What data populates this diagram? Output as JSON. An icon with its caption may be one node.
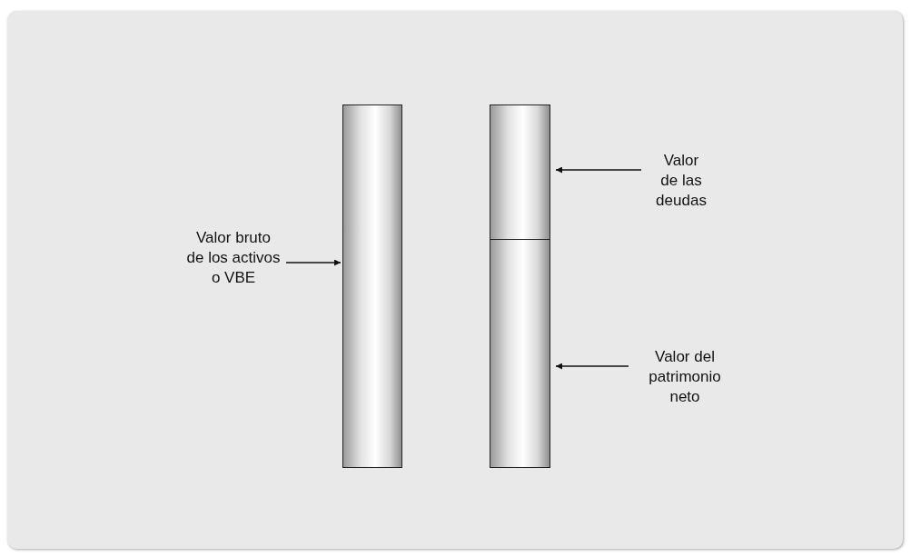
{
  "diagram": {
    "nodes": [
      {
        "text": [
          "Valor bruto de los activos o VBE"
        ]
      },
      {
        "text": [],
        "shape": "bar"
      },
      {
        "text": [],
        "shape": "bar"
      },
      {
        "text": [],
        "shape": "bar"
      },
      {
        "text": [
          "Valor de las deudas"
        ]
      },
      {
        "text": [
          "Valor del patrimonio neto"
        ]
      }
    ],
    "edges": [
      {
        "from": 0,
        "to": 1,
        "arrow": "to"
      },
      {
        "from": 4,
        "to": 2,
        "arrow": "to"
      },
      {
        "from": 5,
        "to": 3,
        "arrow": "to"
      }
    ]
  }
}
